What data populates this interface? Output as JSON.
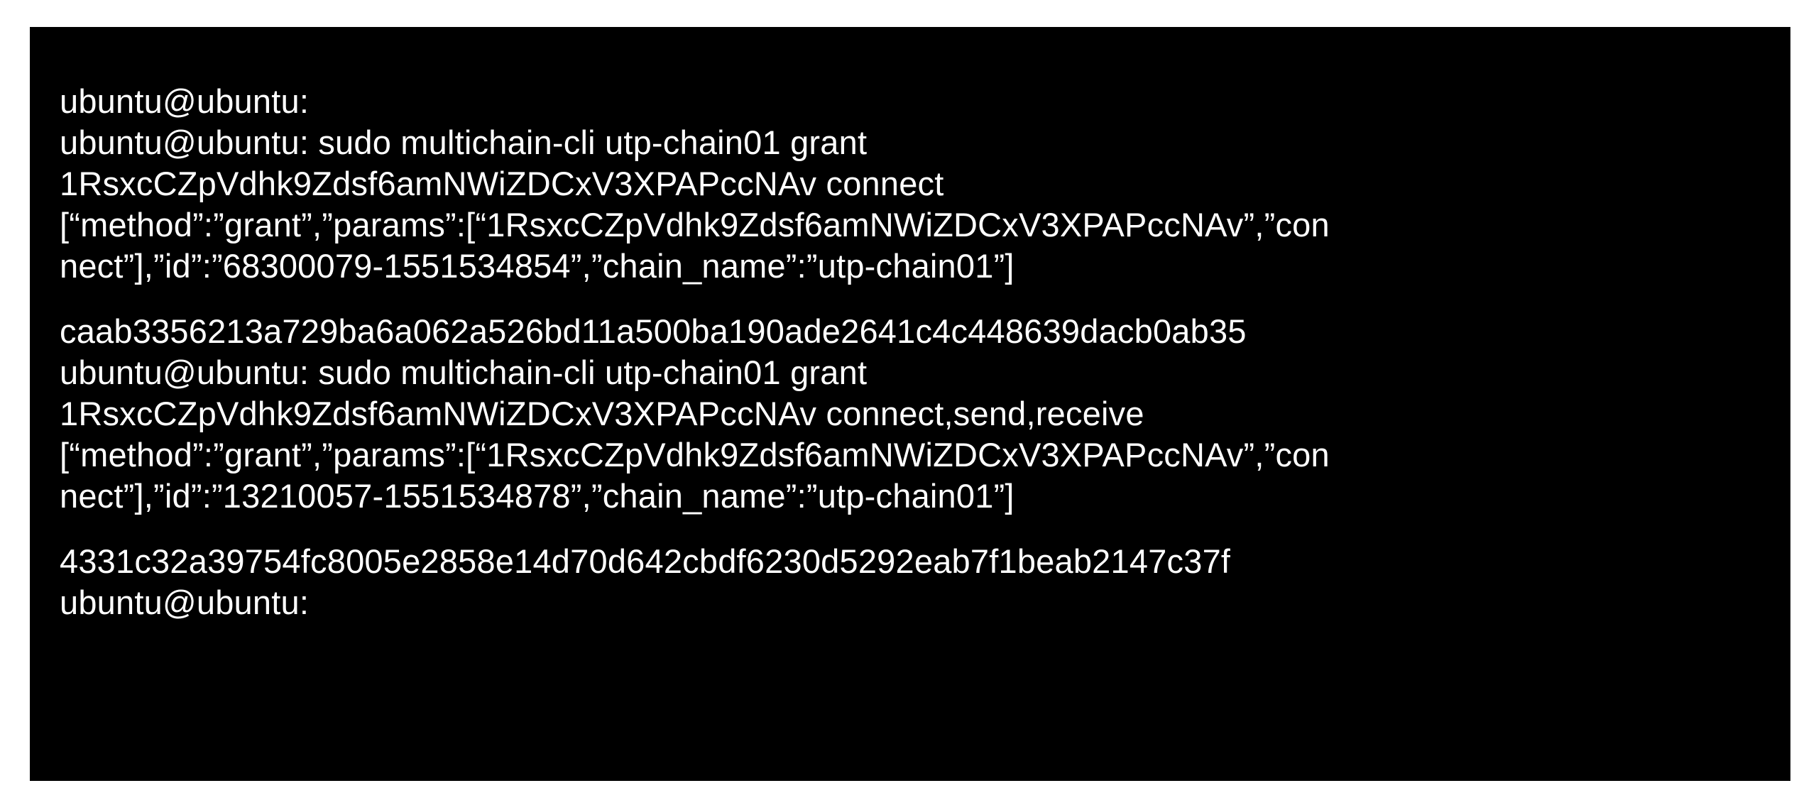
{
  "terminal": {
    "background": "#000000",
    "foreground": "#ffffff",
    "blocks": [
      {
        "lines": [
          "ubuntu@ubuntu:",
          "ubuntu@ubuntu: sudo multichain-cli utp-chain01 grant",
          "1RsxcCZpVdhk9Zdsf6amNWiZDCxV3XPAPccNAv connect",
          "[“method”:”grant”,”params”:[“1RsxcCZpVdhk9Zdsf6amNWiZDCxV3XPAPccNAv”,”con",
          "nect”],”id”:”68300079-1551534854”,”chain_name”:”utp-chain01”]"
        ]
      },
      {
        "lines": [
          "caab3356213a729ba6a062a526bd11a500ba190ade2641c4c448639dacb0ab35",
          "ubuntu@ubuntu: sudo multichain-cli utp-chain01 grant",
          "1RsxcCZpVdhk9Zdsf6amNWiZDCxV3XPAPccNAv connect,send,receive",
          "[“method”:”grant”,”params”:[“1RsxcCZpVdhk9Zdsf6amNWiZDCxV3XPAPccNAv”,”con",
          "nect”],”id”:”13210057-1551534878”,”chain_name”:”utp-chain01”]"
        ]
      },
      {
        "lines": [
          "4331c32a39754fc8005e2858e14d70d642cbdf6230d5292eab7f1beab2147c37f",
          "ubuntu@ubuntu:"
        ]
      }
    ]
  }
}
